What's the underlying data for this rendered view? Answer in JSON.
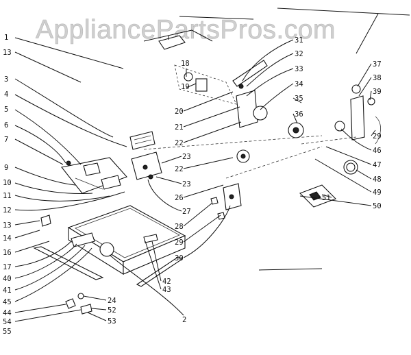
{
  "watermark": "AppliancePartsPros.com",
  "labels_left": [
    "1",
    "13",
    "3",
    "4",
    "5",
    "6",
    "7",
    "9",
    "10",
    "11",
    "12",
    "13",
    "14",
    "16",
    "17",
    "40",
    "41",
    "45",
    "44",
    "54",
    "55"
  ],
  "labels_center": [
    "18",
    "19",
    "20",
    "21",
    "22",
    "23",
    "23",
    "22",
    "26",
    "27",
    "28",
    "29",
    "30",
    "31",
    "32",
    "33",
    "34",
    "35",
    "36",
    "42",
    "43",
    "24",
    "52",
    "53",
    "2"
  ],
  "labels_right": [
    "37",
    "38",
    "39",
    "29",
    "46",
    "47",
    "48",
    "49",
    "50",
    "51"
  ]
}
